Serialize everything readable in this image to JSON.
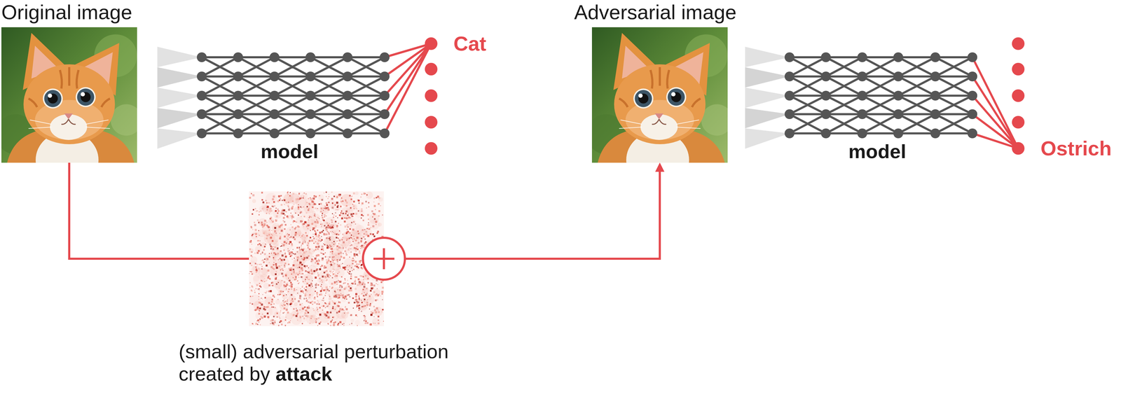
{
  "diagram": {
    "nodes": [
      {
        "text": [
          "Original image"
        ]
      },
      {
        "text": [
          "model"
        ]
      },
      {
        "text": [
          "Cat"
        ]
      },
      {
        "text": [
          "(small) adversarial perturbation created by attack"
        ]
      },
      {
        "text": [
          "Adversarial image"
        ]
      },
      {
        "text": [
          "model"
        ]
      },
      {
        "text": [
          "Ostrich"
        ]
      }
    ],
    "edges": [
      {
        "from": 1,
        "to": 2,
        "arrow": "none"
      },
      {
        "from": 0,
        "to": 4,
        "arrow": "to"
      },
      {
        "from": 3,
        "to": 4,
        "arrow": "to"
      },
      {
        "from": 5,
        "to": 6,
        "arrow": "none"
      }
    ]
  }
}
